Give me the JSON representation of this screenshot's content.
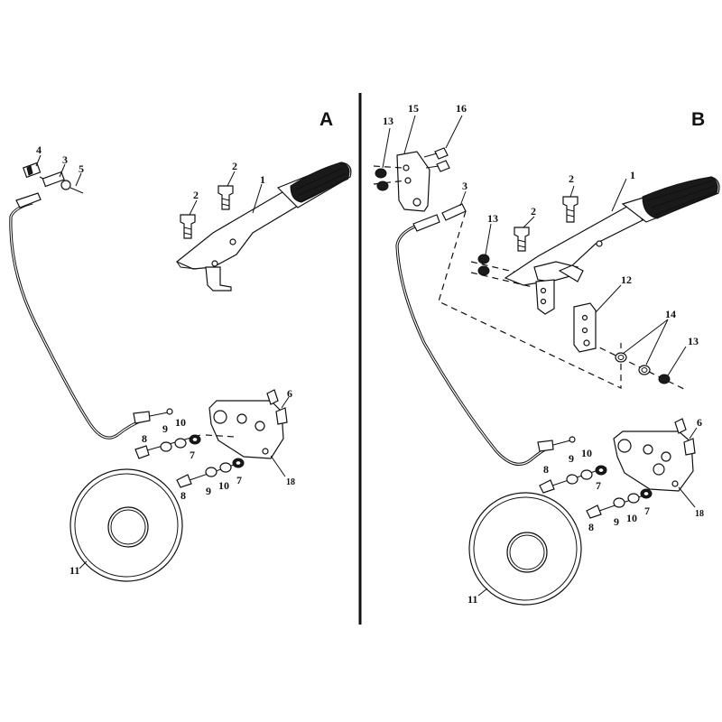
{
  "colors": {
    "ink": "#111111",
    "paper": "#ffffff"
  },
  "panels": [
    {
      "letter": "A",
      "callouts": [
        "4",
        "3",
        "5",
        "2",
        "2",
        "1",
        "6",
        "8",
        "9",
        "10",
        "7",
        "8",
        "9",
        "10",
        "7",
        "18",
        "11"
      ]
    },
    {
      "letter": "B",
      "callouts": [
        "13",
        "15",
        "16",
        "3",
        "2",
        "2",
        "1",
        "13",
        "12",
        "14",
        "13",
        "6",
        "8",
        "9",
        "10",
        "7",
        "8",
        "9",
        "10",
        "7",
        "18",
        "11"
      ]
    }
  ]
}
